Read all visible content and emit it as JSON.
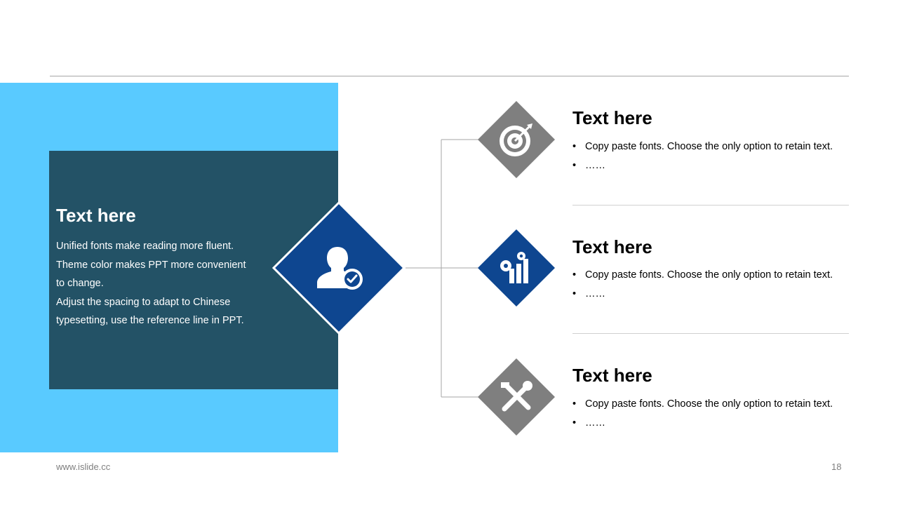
{
  "left_panel": {
    "title": "Text here",
    "body_lines": [
      "Unified fonts make reading more fluent.",
      "Theme color makes PPT more convenient",
      "to change.",
      "Adjust the spacing to adapt to Chinese",
      "typesetting, use the reference line in PPT."
    ]
  },
  "items": [
    {
      "title": "Text here",
      "bullets": [
        "Copy paste fonts. Choose the only option to retain text.",
        "……"
      ],
      "icon": "target-icon",
      "color": "#7f7f7f"
    },
    {
      "title": "Text here",
      "bullets": [
        "Copy paste fonts. Choose the only option to retain text.",
        "……"
      ],
      "icon": "chart-gears-icon",
      "color": "#0e4690"
    },
    {
      "title": "Text here",
      "bullets": [
        "Copy paste fonts. Choose the only option to retain text.",
        "……"
      ],
      "icon": "tools-icon",
      "color": "#7f7f7f"
    }
  ],
  "center_icon": "user-check-icon",
  "colors": {
    "light_blue": "#59caff",
    "dark_teal": "#235266",
    "navy": "#0e4690",
    "gray": "#7f7f7f"
  },
  "footer": {
    "url": "www.islide.cc",
    "page": "18"
  }
}
